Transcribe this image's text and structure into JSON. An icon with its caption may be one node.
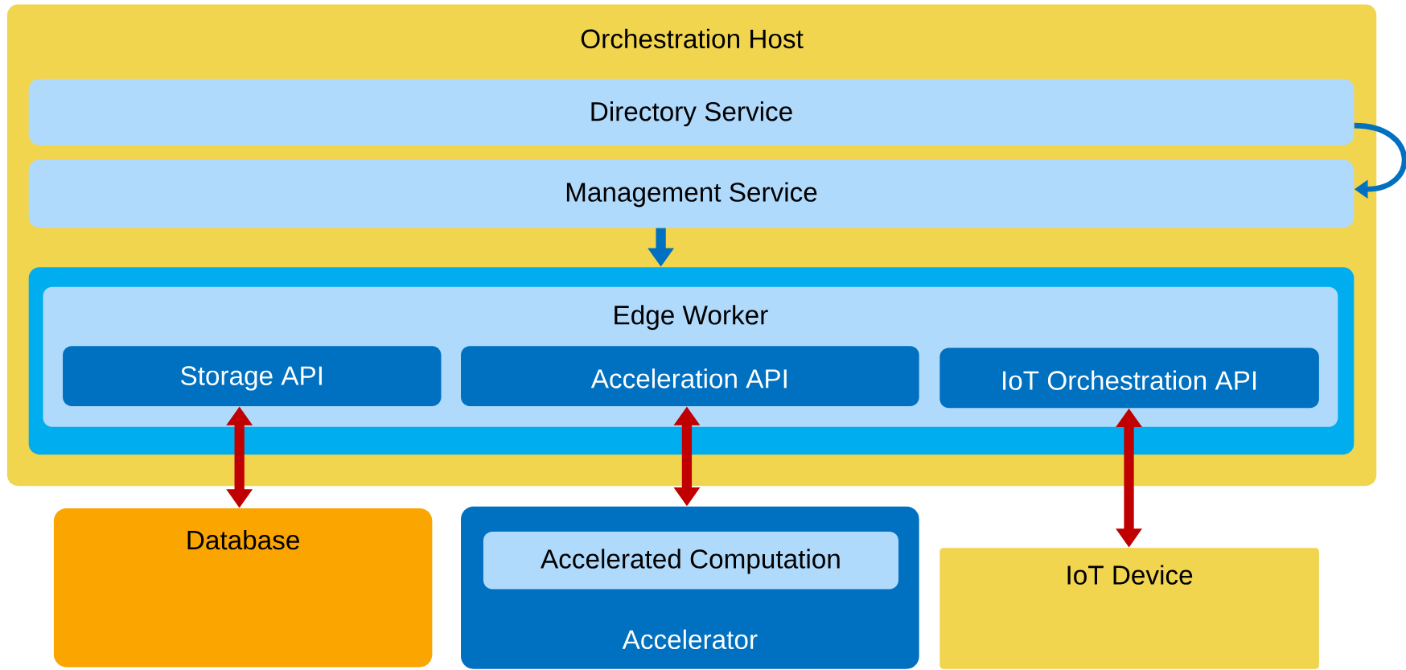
{
  "diagram": {
    "nodes": [
      {
        "text": [
          "Orchestration Host"
        ]
      },
      {
        "text": [
          "Directory Service"
        ],
        "in": 0
      },
      {
        "text": [
          "Management Service"
        ],
        "in": 0
      },
      {
        "text": [],
        "shape": "box",
        "in": 0
      },
      {
        "text": [
          "Edge Worker"
        ],
        "in": 3
      },
      {
        "text": [
          "Storage API"
        ],
        "in": 4
      },
      {
        "text": [
          "Acceleration API"
        ],
        "in": 4
      },
      {
        "text": [
          "IoT Orchestration API"
        ],
        "in": 4
      },
      {
        "text": [
          "Database"
        ]
      },
      {
        "text": [
          "Accelerator"
        ]
      },
      {
        "text": [
          "Accelerated Computation"
        ],
        "in": 9
      },
      {
        "text": [
          "IoT Device"
        ]
      }
    ],
    "edges": [
      {
        "from": 1,
        "to": 2,
        "arrow": "to",
        "color": "#0070c0"
      },
      {
        "from": 2,
        "to": 3,
        "arrow": "to",
        "color": "#0070c0"
      },
      {
        "from": 5,
        "to": 8,
        "arrow": "both"
      },
      {
        "from": 6,
        "to": 9,
        "arrow": "both"
      },
      {
        "from": 7,
        "to": 11,
        "arrow": "both"
      }
    ]
  }
}
